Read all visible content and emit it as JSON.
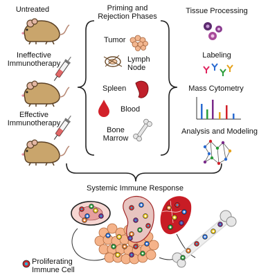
{
  "groups": {
    "untreated": "Untreated",
    "ineffective": [
      "Ineffective",
      "Immunotherapy"
    ],
    "effective": [
      "Effective",
      "Immunotherapy"
    ]
  },
  "phases": {
    "title": [
      "Priming and",
      "Rejection Phases"
    ],
    "tumor": "Tumor",
    "lymph_node": [
      "Lymph",
      "Node"
    ],
    "spleen": "Spleen",
    "blood": "Blood",
    "bone_marrow": [
      "Bone",
      "Marrow"
    ]
  },
  "workflow": {
    "tissue_processing": "Tissue Processing",
    "labeling": "Labeling",
    "mass_cytometry": "Mass Cytometry",
    "analysis": "Analysis and Modeling"
  },
  "bottom": {
    "title": "Systemic Immune Response",
    "legend": [
      "Proliferating",
      "Immune Cell"
    ]
  },
  "colors": {
    "mouse_body": "#c9a56c",
    "mouse_outline": "#5a4025",
    "tumor": "#f2b68f",
    "spleen": "#c0202b",
    "blood": "#d2212a",
    "bone": "#e6e6e6"
  }
}
